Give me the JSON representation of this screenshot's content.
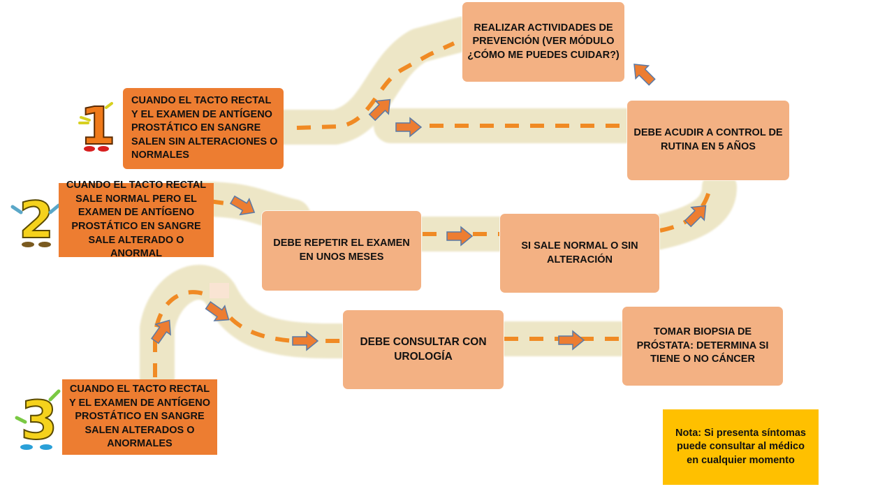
{
  "steps": {
    "step1": {
      "number": "1",
      "condition": "CUANDO EL TACTO RECTAL Y EL EXAMEN DE ANTÍGENO PROSTÁTICO EN SANGRE SALEN SIN ALTERACIONES O NORMALES",
      "result": "DEBE ACUDIR A CONTROL DE RUTINA EN 5 AÑOS",
      "followup": "REALIZAR ACTIVIDADES DE PREVENCIÓN (VER MÓDULO ¿CÓMO ME PUEDES CUIDAR?)"
    },
    "step2": {
      "number": "2",
      "condition": "CUANDO EL TACTO RECTAL SALE NORMAL PERO EL EXAMEN DE ANTÍGENO PROSTÁTICO EN SANGRE SALE ALTERADO O ANORMAL",
      "action": "DEBE REPETIR EL EXAMEN EN UNOS MESES",
      "result": "SI SALE NORMAL O SIN ALTERACIÓN"
    },
    "step3": {
      "number": "3",
      "condition": "CUANDO EL TACTO RECTAL Y EL EXAMEN DE ANTÍGENO PROSTÁTICO EN SANGRE SALEN ALTERADOS O ANORMALES",
      "action": "DEBE CONSULTAR CON UROLOGÍA",
      "result": "TOMAR BIOPSIA DE PRÓSTATA: DETERMINA SI TIENE O NO CÁNCER"
    }
  },
  "note": "Nota: Si presenta síntomas puede consultar al médico en cualquier momento",
  "colors": {
    "road": "#ede6c6",
    "dash": "#f08a24",
    "arrow": "#ed7d31",
    "condition_box": "#ed7d31",
    "step_box": "#f3b183",
    "note_box": "#ffc000",
    "num1": "#f07a1a",
    "num2": "#f5d21c",
    "num3": "#f5d21c"
  }
}
